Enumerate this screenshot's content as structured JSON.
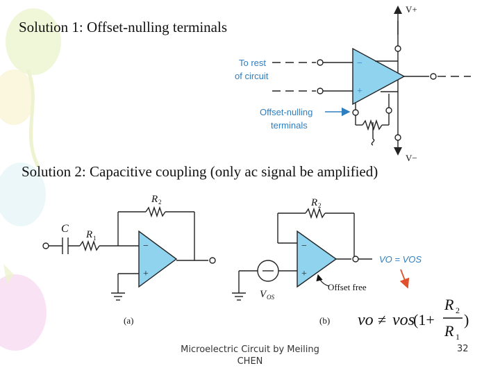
{
  "slide": {
    "title1": "Solution 1: Offset-nulling terminals",
    "title2": "Solution 2: Capacitive coupling (only ac signal be amplified)",
    "footer": "Microelectric Circuit by Meiling CHEN",
    "page_number": "32"
  },
  "figure1": {
    "vplus": "V+",
    "vminus": "V−",
    "to_rest_line1": "To rest",
    "to_rest_line2": "of circuit",
    "minus_sign": "−",
    "plus_sign": "+",
    "offset_line1": "Offset-nulling",
    "offset_line2": "terminals"
  },
  "figure2": {
    "c_label": "C",
    "r1_label": "R",
    "r1_sub": "1",
    "r2_label": "R",
    "r2_sub": "2",
    "label_a": "(a)",
    "label_b": "(b)",
    "vos_label": "V",
    "vos_sub": "OS",
    "vo_eq": "VO = VOS",
    "offset_free": "Offset free"
  },
  "equation": {
    "lhs": "vo",
    "neq": "≠",
    "rhs": "vos",
    "paren_open": "(1+",
    "frac_num": "R",
    "frac_num_sub": "2",
    "frac_den": "R",
    "frac_den_sub": "1",
    "paren_close": ")"
  },
  "colors": {
    "opamp_fill": "#8fd3ef",
    "label_blue": "#2f7ec0",
    "arrow_red": "#e0502a"
  }
}
